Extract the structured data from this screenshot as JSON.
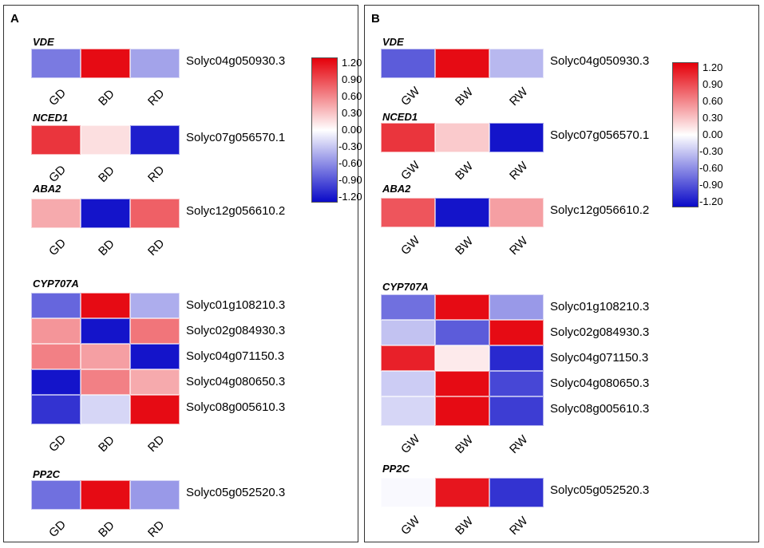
{
  "chart_data": [
    {
      "type": "heatmap",
      "panel_label": "A",
      "color_scale": {
        "min": -1.2,
        "max": 1.2,
        "low_color": "#0a0ac8",
        "mid_color": "#ffffff",
        "high_color": "#e5000a",
        "ticks": [
          "1.20",
          "0.90",
          "0.60",
          "0.30",
          "0.00",
          "-0.30",
          "-0.60",
          "-0.90",
          "-1.20"
        ]
      },
      "columns": [
        "GD",
        "BD",
        "RD"
      ],
      "groups": [
        {
          "name": "VDE",
          "rows": [
            {
              "id": "Solyc04g050930.3",
              "values": [
                -0.65,
                1.15,
                -0.45
              ]
            }
          ]
        },
        {
          "name": "NCED1",
          "rows": [
            {
              "id": "Solyc07g056570.1",
              "values": [
                0.95,
                0.15,
                -1.1
              ]
            }
          ]
        },
        {
          "name": "ABA2",
          "rows": [
            {
              "id": "Solyc12g056610.2",
              "values": [
                0.4,
                -1.15,
                0.75
              ]
            }
          ]
        },
        {
          "name": "CYP707A",
          "rows": [
            {
              "id": "Solyc01g108210.3",
              "values": [
                -0.75,
                1.15,
                -0.4
              ]
            },
            {
              "id": "Solyc02g084930.3",
              "values": [
                0.5,
                -1.15,
                0.65
              ]
            },
            {
              "id": "Solyc04g071150.3",
              "values": [
                0.6,
                0.45,
                -1.15
              ]
            },
            {
              "id": "Solyc04g080650.3",
              "values": [
                -1.15,
                0.6,
                0.4
              ]
            },
            {
              "id": "Solyc08g005610.3",
              "values": [
                -1.0,
                -0.2,
                1.15
              ]
            }
          ]
        },
        {
          "name": "PP2C",
          "rows": [
            {
              "id": "Solyc05g052520.3",
              "values": [
                -0.7,
                1.15,
                -0.5
              ]
            }
          ]
        }
      ]
    },
    {
      "type": "heatmap",
      "panel_label": "B",
      "color_scale": {
        "min": -1.2,
        "max": 1.2,
        "low_color": "#0a0ac8",
        "mid_color": "#ffffff",
        "high_color": "#e5000a",
        "ticks": [
          "1.20",
          "0.90",
          "0.60",
          "0.30",
          "0.00",
          "-0.30",
          "-0.60",
          "-0.90",
          "-1.20"
        ]
      },
      "columns": [
        "GW",
        "BW",
        "RW"
      ],
      "groups": [
        {
          "name": "VDE",
          "rows": [
            {
              "id": "Solyc04g050930.3",
              "values": [
                -0.8,
                1.15,
                -0.35
              ]
            }
          ]
        },
        {
          "name": "NCED1",
          "rows": [
            {
              "id": "Solyc07g056570.1",
              "values": [
                0.95,
                0.25,
                -1.15
              ]
            }
          ]
        },
        {
          "name": "ABA2",
          "rows": [
            {
              "id": "Solyc12g056610.2",
              "values": [
                0.8,
                -1.15,
                0.45
              ]
            }
          ]
        },
        {
          "name": "CYP707A",
          "rows": [
            {
              "id": "Solyc01g108210.3",
              "values": [
                -0.7,
                1.15,
                -0.5
              ]
            },
            {
              "id": "Solyc02g084930.3",
              "values": [
                -0.3,
                -0.8,
                1.15
              ]
            },
            {
              "id": "Solyc04g071150.3",
              "values": [
                1.05,
                0.1,
                -1.05
              ]
            },
            {
              "id": "Solyc04g080650.3",
              "values": [
                -0.25,
                1.15,
                -0.9
              ]
            },
            {
              "id": "Solyc08g005610.3",
              "values": [
                -0.2,
                1.15,
                -0.95
              ]
            }
          ]
        },
        {
          "name": "PP2C",
          "rows": [
            {
              "id": "Solyc05g052520.3",
              "values": [
                -0.03,
                1.1,
                -1.0
              ]
            }
          ]
        }
      ]
    }
  ]
}
